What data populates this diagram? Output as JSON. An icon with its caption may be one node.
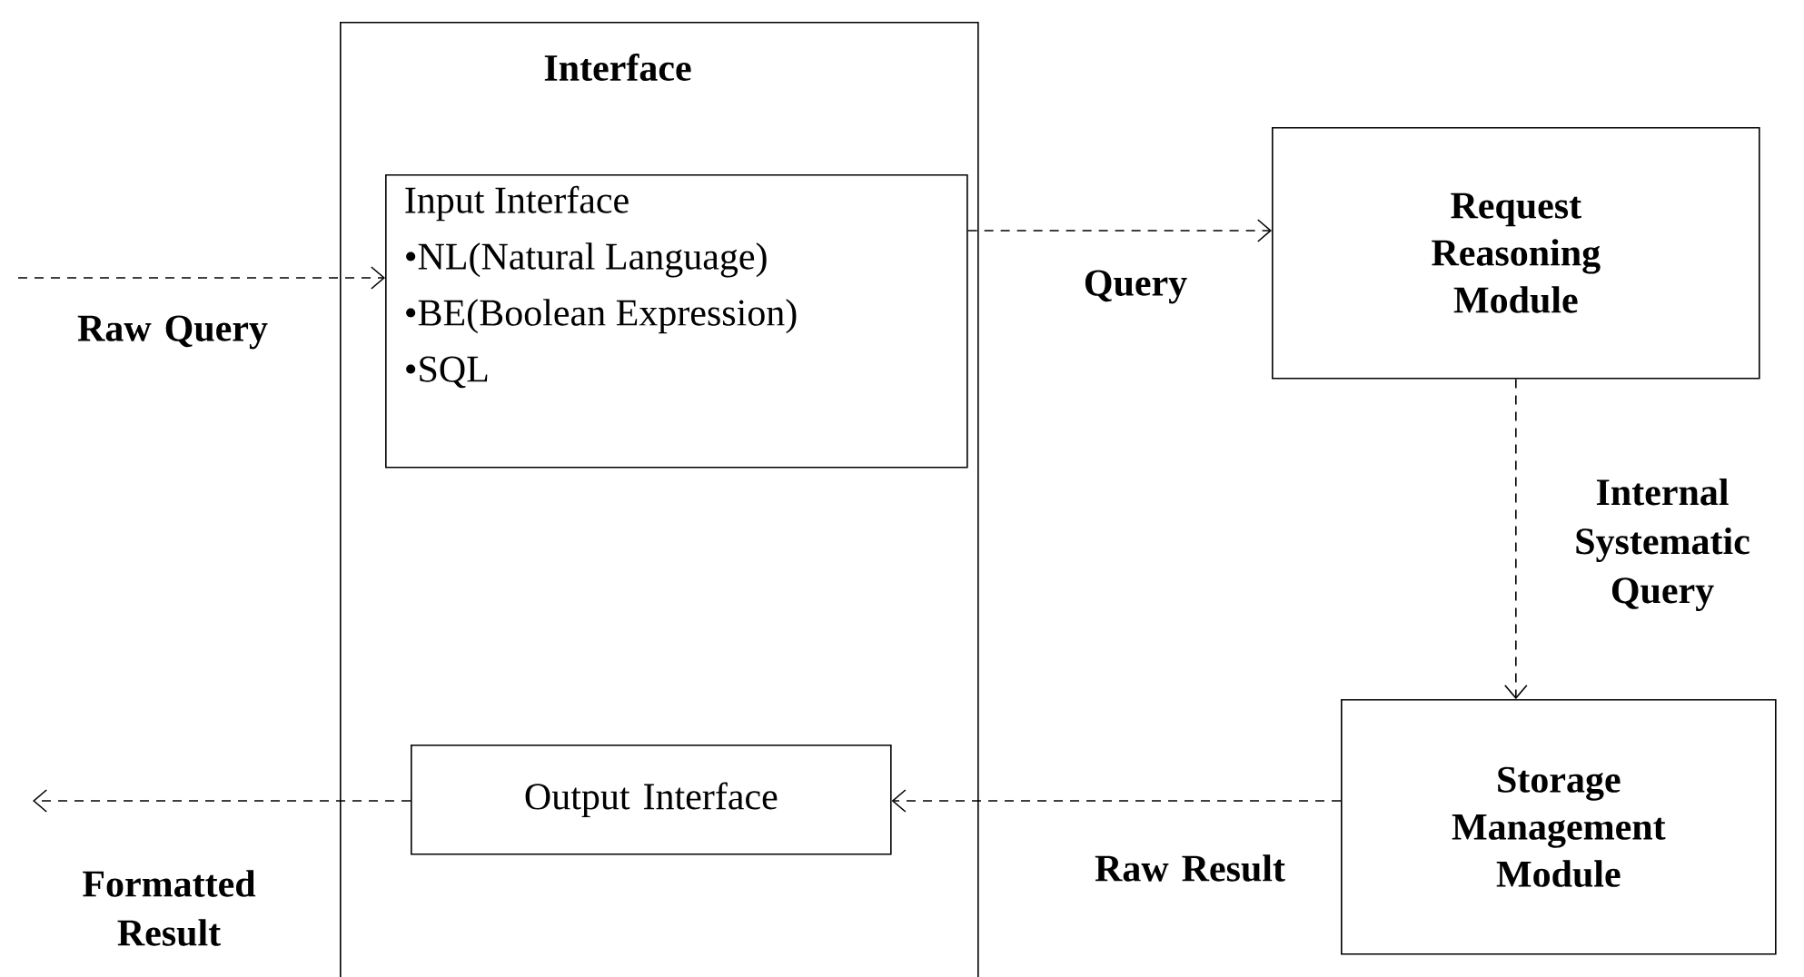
{
  "diagram": {
    "nodes": [
      {
        "text": [
          "Interface"
        ]
      },
      {
        "text": [
          "Input Interface",
          "•NL(Natural Language)",
          "•BE(Boolean Expression)",
          "•SQL"
        ],
        "in": 0
      },
      {
        "text": [
          "Output Interface"
        ],
        "in": 0
      },
      {
        "text": [
          "Request Reasoning Module"
        ]
      },
      {
        "text": [
          "Storage Management Module"
        ]
      }
    ],
    "edges": [
      {
        "from": null,
        "to": 1,
        "arrow": "to",
        "label": "Raw Query",
        "style": "dashed"
      },
      {
        "from": 1,
        "to": 3,
        "arrow": "to",
        "label": "Query",
        "style": "dashed"
      },
      {
        "from": 3,
        "to": 4,
        "arrow": "to",
        "label": "Internal Systematic Query",
        "style": "dashed"
      },
      {
        "from": 4,
        "to": 2,
        "arrow": "to",
        "label": "Raw Result",
        "style": "dashed"
      },
      {
        "from": 2,
        "to": null,
        "arrow": "to",
        "label": "Formatted Result",
        "style": "dashed"
      }
    ]
  }
}
